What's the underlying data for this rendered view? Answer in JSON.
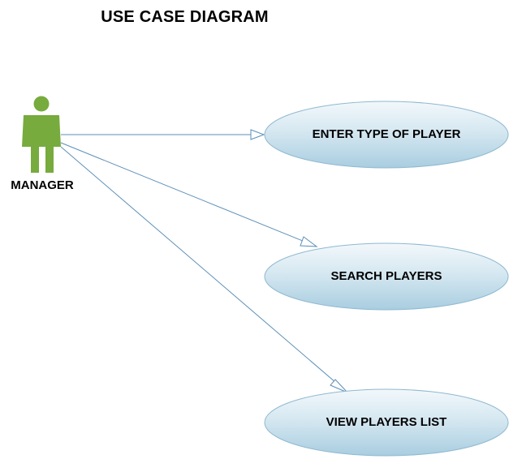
{
  "diagram": {
    "title": "USE CASE DIAGRAM",
    "actor": {
      "label": "MANAGER",
      "icon": "person-icon",
      "color": "#77ab3e"
    },
    "use_cases": [
      {
        "label": "ENTER TYPE OF PLAYER"
      },
      {
        "label": "SEARCH PLAYERS"
      },
      {
        "label": "VIEW PLAYERS LIST"
      }
    ],
    "colors": {
      "ellipse_top": "#f2f8fb",
      "ellipse_bottom": "#a9cde0",
      "ellipse_stroke": "#8fb8d0",
      "line": "#5b8fb8"
    }
  }
}
